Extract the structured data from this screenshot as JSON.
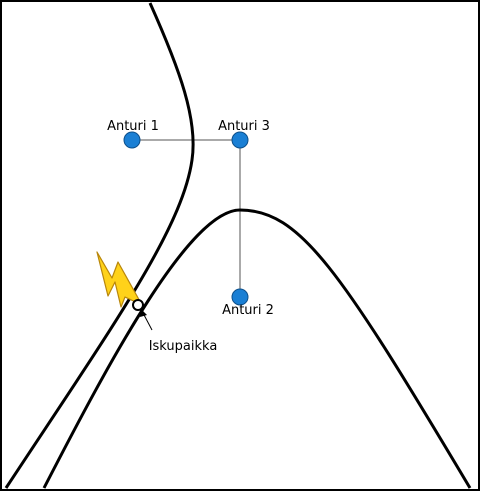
{
  "labels": {
    "sensor1": "Anturi 1",
    "sensor2": "Anturi 2",
    "sensor3": "Anturi 3",
    "impact": "Iskupaikka"
  },
  "colors": {
    "sensor_fill": "#1a7fd4",
    "sensor_stroke": "#0d4f8a",
    "curve": "#000000",
    "connector": "#555555",
    "lightning_fill": "#ffd21a",
    "lightning_stroke": "#b8860b"
  },
  "icons": {
    "lightning": "lightning-bolt-icon",
    "arrow": "arrow-pointer-icon"
  }
}
